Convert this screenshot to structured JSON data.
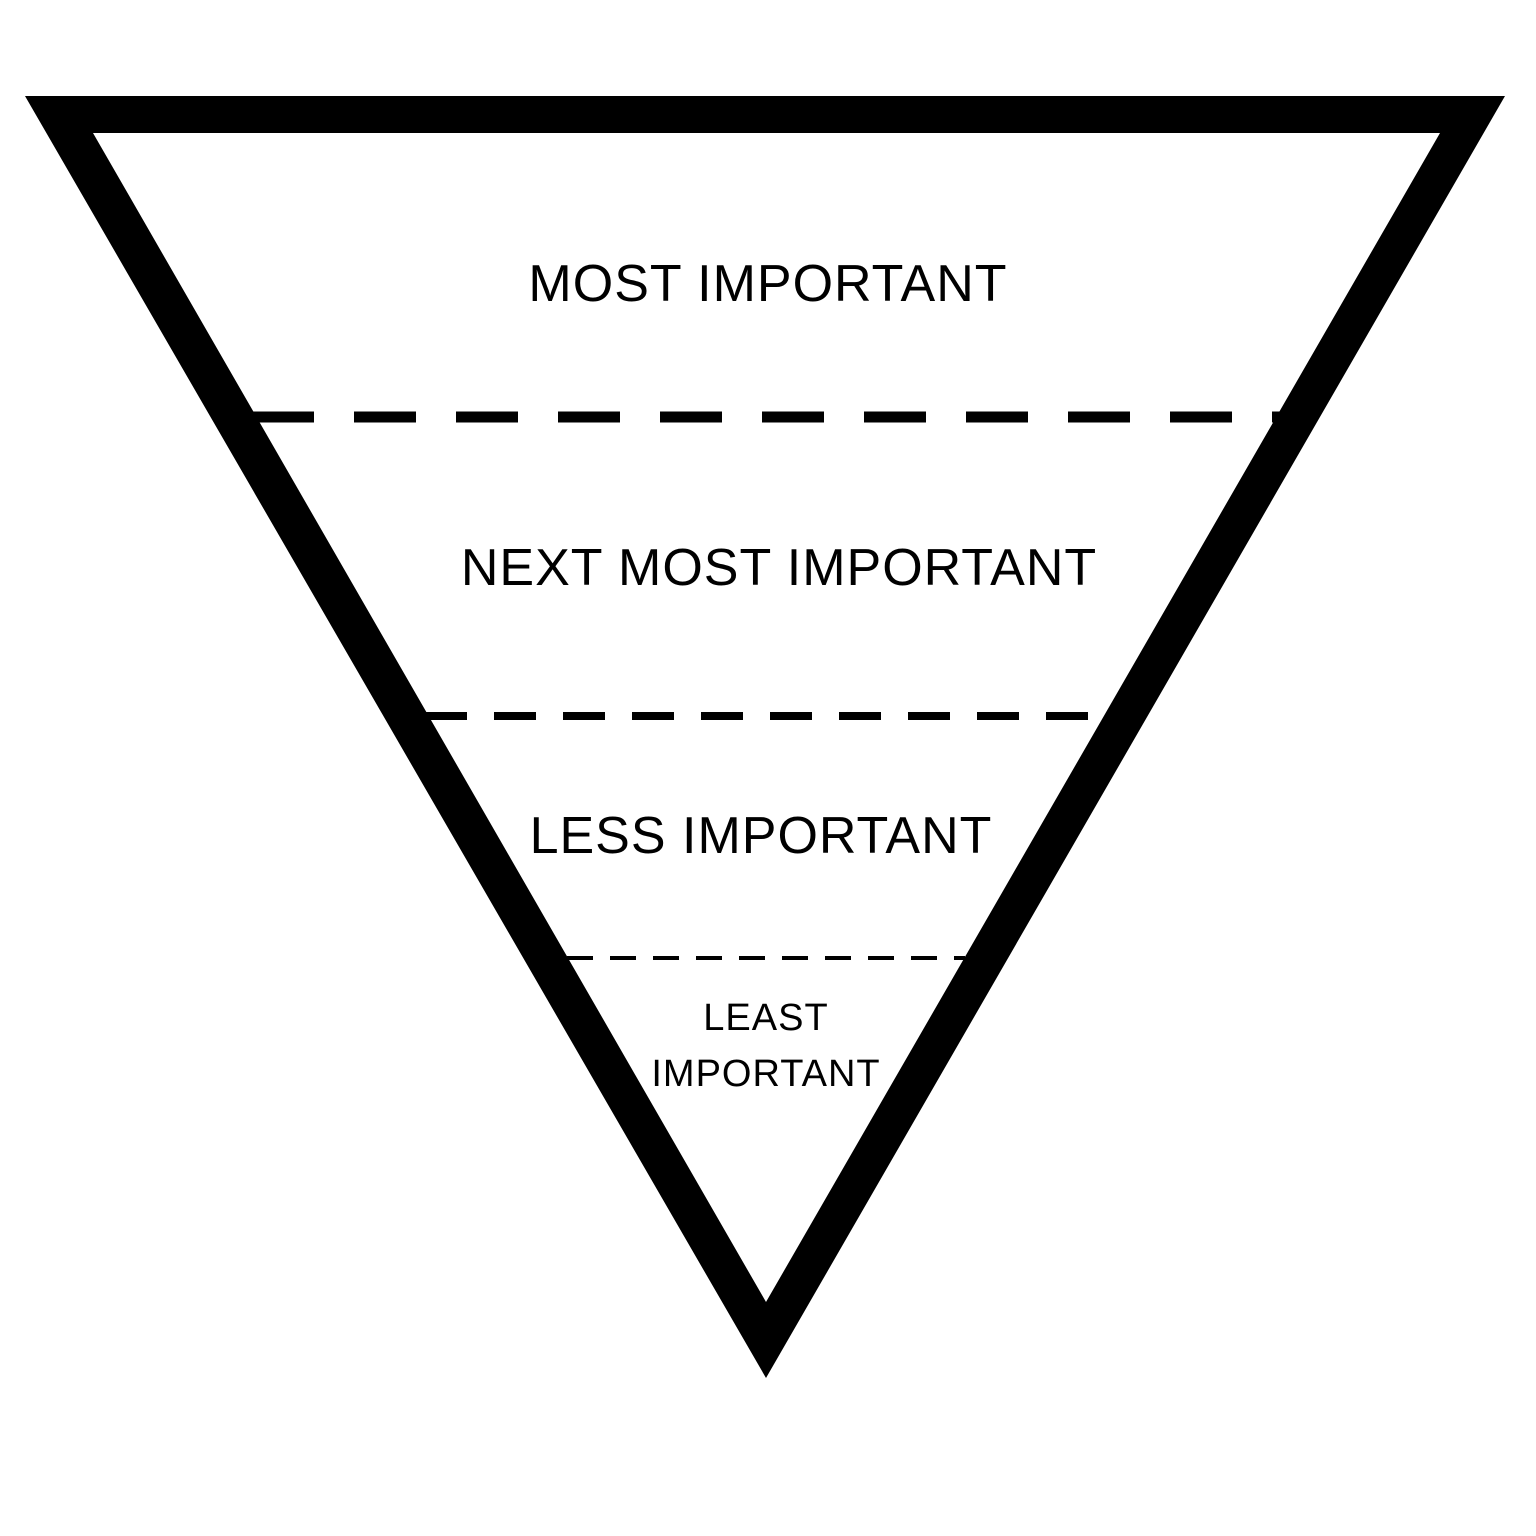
{
  "diagram": {
    "type": "inverted-pyramid",
    "colors": {
      "stroke": "#000000",
      "background": "#ffffff"
    },
    "tiers": [
      {
        "label": "MOST IMPORTANT"
      },
      {
        "label": "NEXT MOST IMPORTANT"
      },
      {
        "label": "LESS IMPORTANT"
      },
      {
        "label": "LEAST IMPORTANT"
      }
    ]
  }
}
